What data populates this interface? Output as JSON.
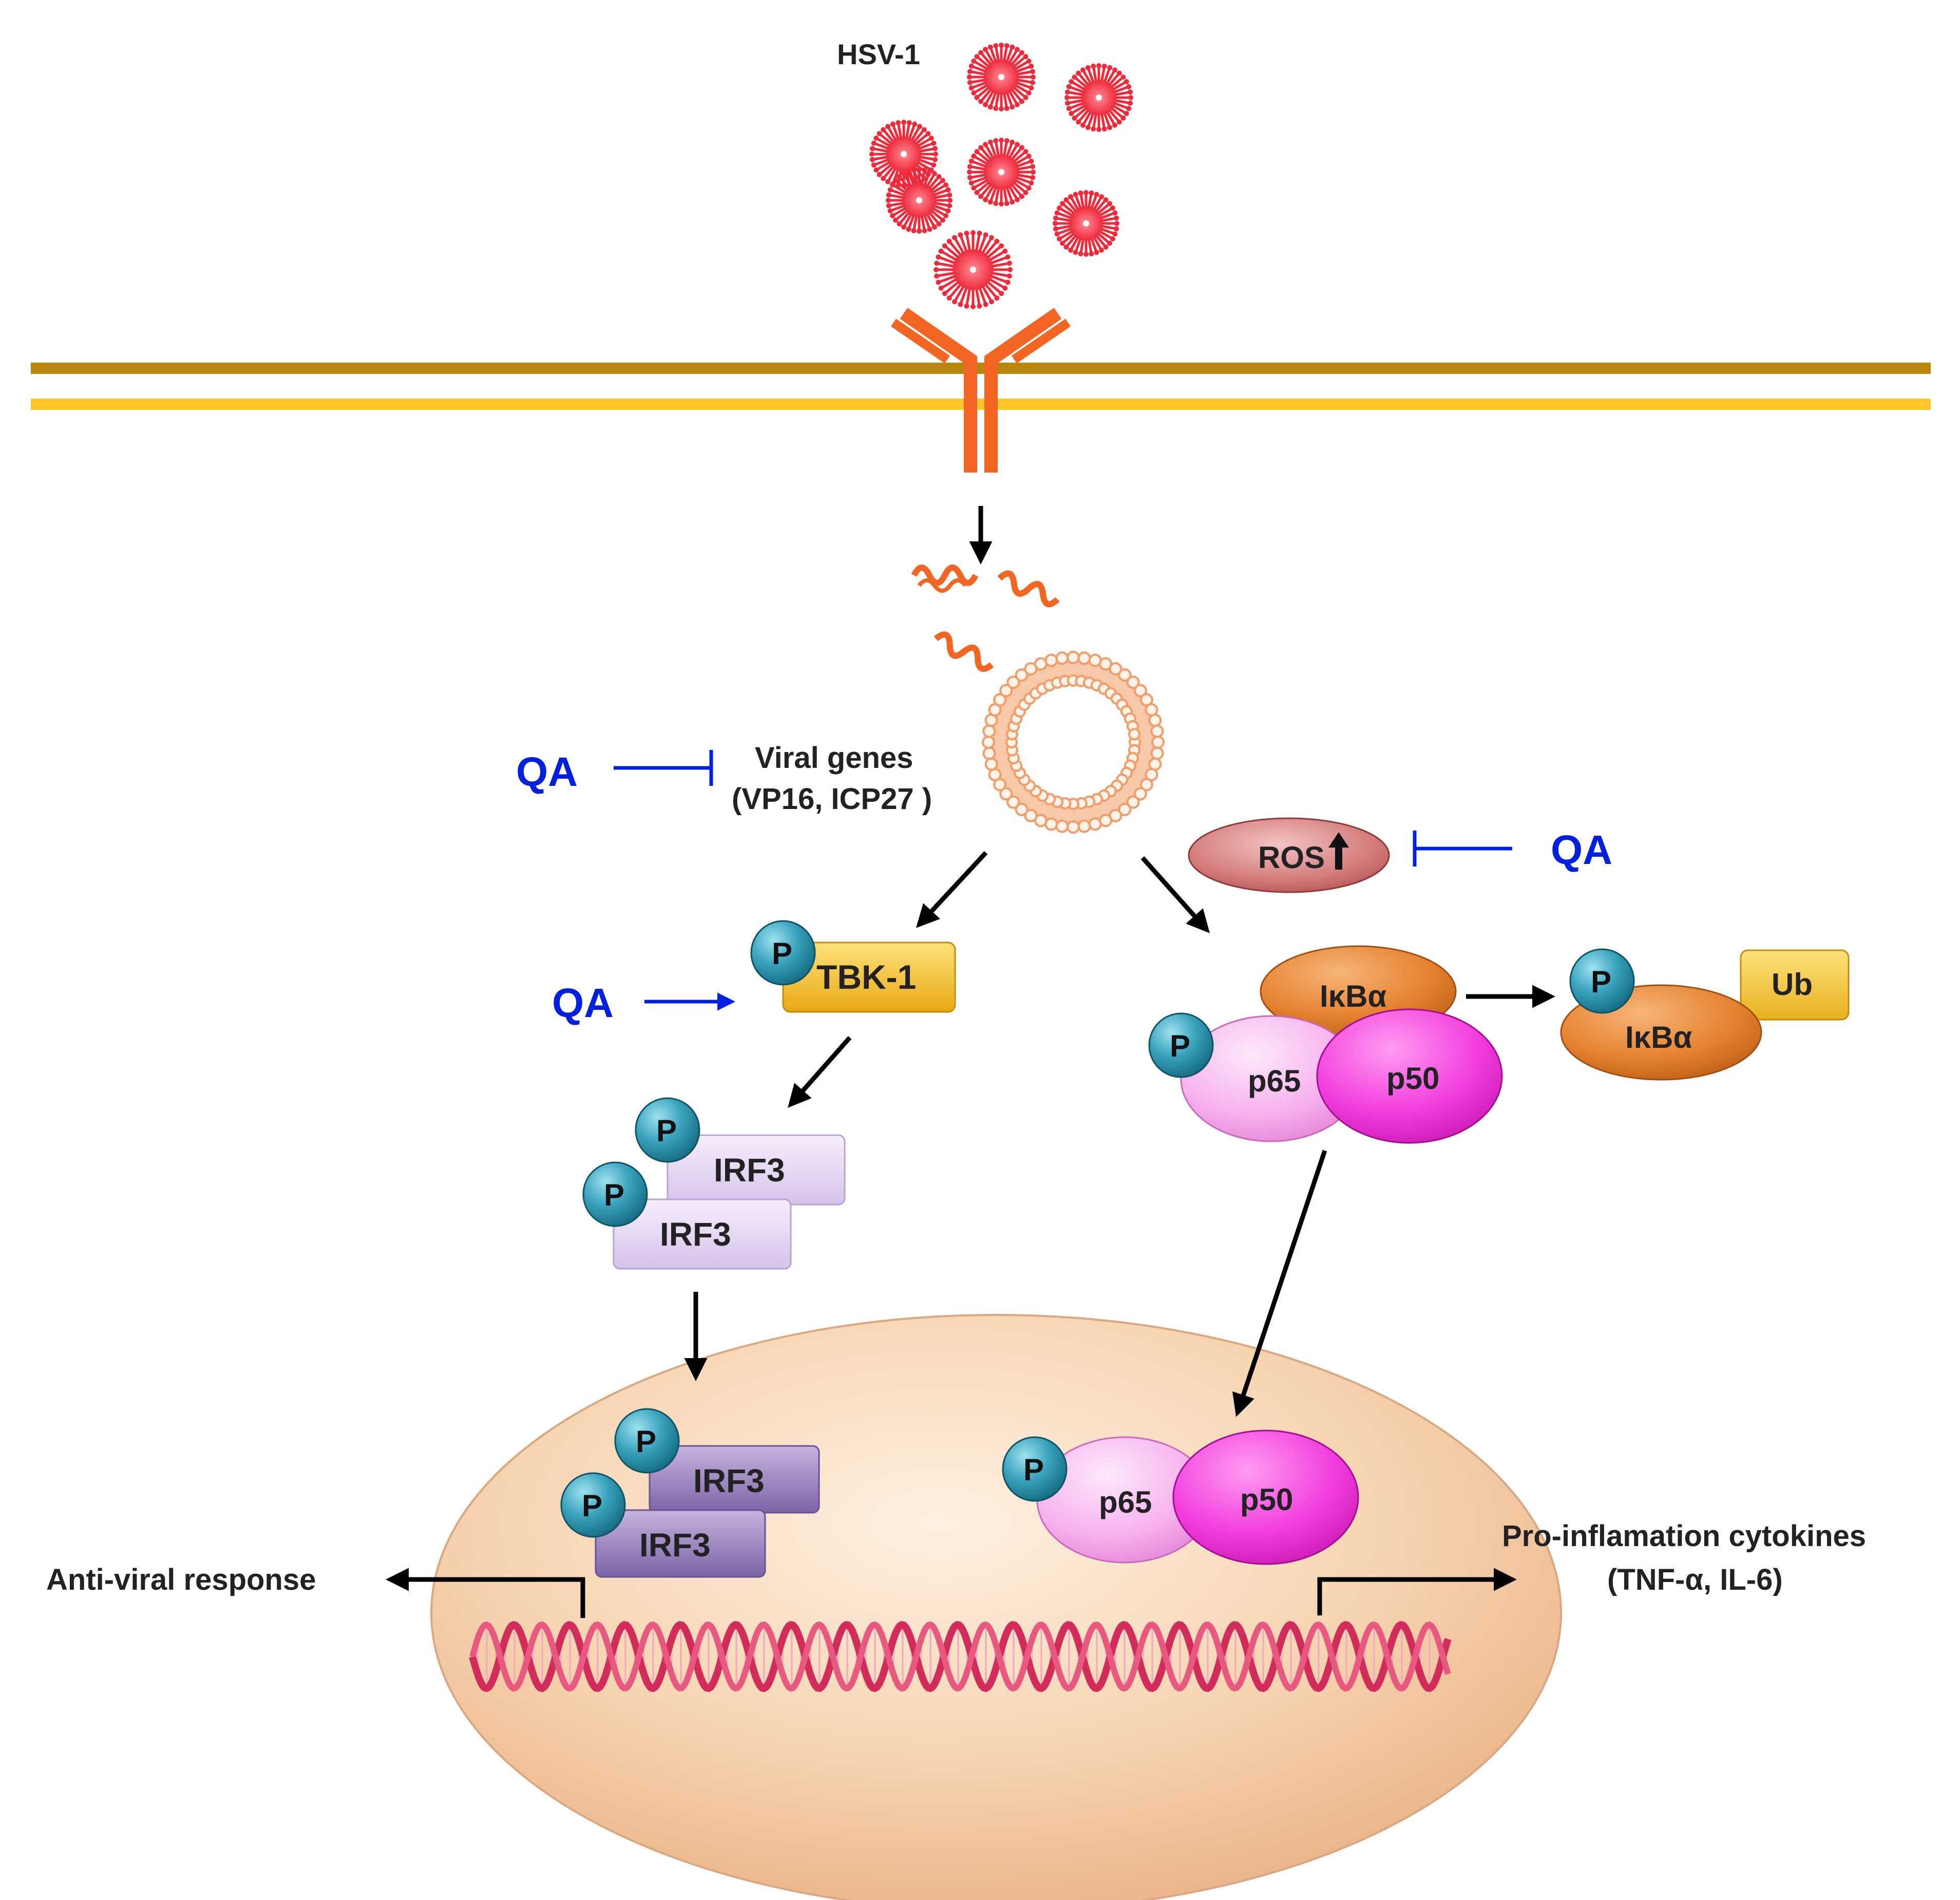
{
  "virus": {
    "label": "HSV-1"
  },
  "viral_genes": {
    "line1": "Viral genes",
    "line2": "(VP16, ICP27 )"
  },
  "inhibitor": {
    "label": "QA"
  },
  "ros": {
    "label": "ROS"
  },
  "phospho": {
    "label": "P"
  },
  "tbk1": {
    "label": "TBK-1"
  },
  "irf3": {
    "label": "IRF3"
  },
  "ikba": {
    "label": "IκBα"
  },
  "ubiquitin": {
    "label": "Ub"
  },
  "p65": {
    "label": "p65"
  },
  "p50": {
    "label": "p50"
  },
  "outputs": {
    "antiviral": "Anti-viral response",
    "cytokines_line1": "Pro-inflamation cytokines",
    "cytokines_line2": "(TNF-α, IL-6)"
  },
  "colors": {
    "membrane_dark": "#b8860b",
    "membrane_light": "#ffc72c",
    "receptor": "#f26522",
    "virus": "#ee2a3b",
    "inhibitor_blue": "#0020e0",
    "p_ball": "#2a8fa8",
    "tbk1": "#f5c33a",
    "irf3_light": "#e6d8f2",
    "irf3_dark": "#8e77b5",
    "ikba": "#e47d2c",
    "ub": "#f5c33a",
    "p65": "#f7b2ee",
    "p50": "#ee3fdb",
    "ros": "#cf6b6b",
    "nucleus": "#f4c49a",
    "dna": "#d12c5a"
  }
}
